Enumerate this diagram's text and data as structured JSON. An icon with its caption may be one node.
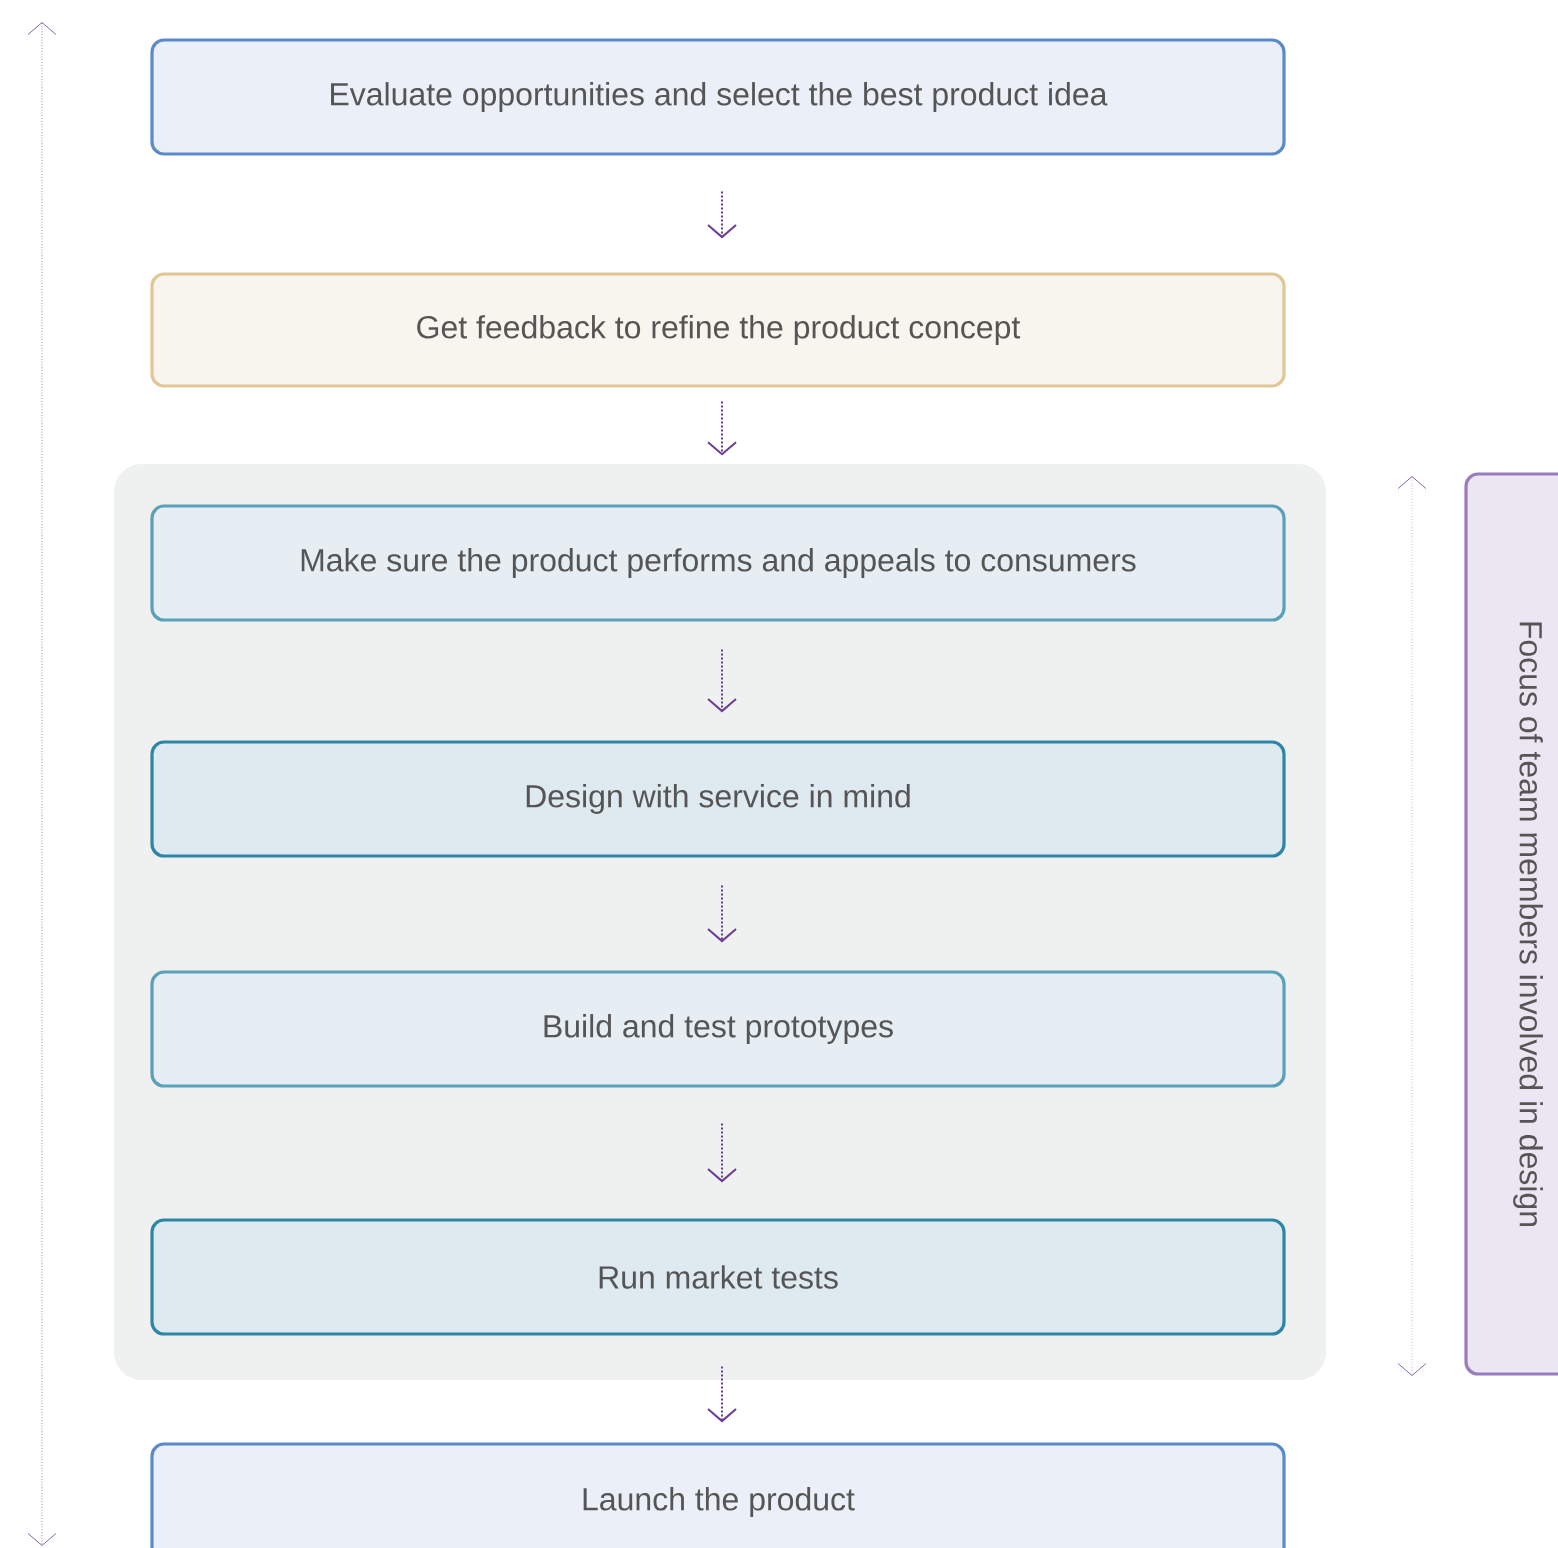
{
  "diagram": {
    "nodes": [
      {
        "text": [
          "Evaluate opportunities and select the best product idea"
        ]
      },
      {
        "text": [
          "Get feedback to refine the product concept"
        ]
      },
      {
        "text": [],
        "shape": "box"
      },
      {
        "text": [
          "Make sure the product performs and appeals to consumers"
        ],
        "in": 2
      },
      {
        "text": [
          "Design with service in mind"
        ],
        "in": 2
      },
      {
        "text": [
          "Build and test prototypes"
        ],
        "in": 2
      },
      {
        "text": [
          "Run market tests"
        ],
        "in": 2
      },
      {
        "text": [
          "Launch the product"
        ]
      },
      {
        "text": [
          "Focus of team members involved in design"
        ]
      }
    ],
    "edges": [
      {
        "from": 0,
        "to": 1,
        "arrow": "to"
      },
      {
        "from": 1,
        "to": 2,
        "arrow": "to"
      },
      {
        "from": 3,
        "to": 4,
        "arrow": "to"
      },
      {
        "from": 4,
        "to": 5,
        "arrow": "to"
      },
      {
        "from": 5,
        "to": 6,
        "arrow": "to"
      },
      {
        "from": 2,
        "to": 7,
        "arrow": "to"
      }
    ]
  }
}
